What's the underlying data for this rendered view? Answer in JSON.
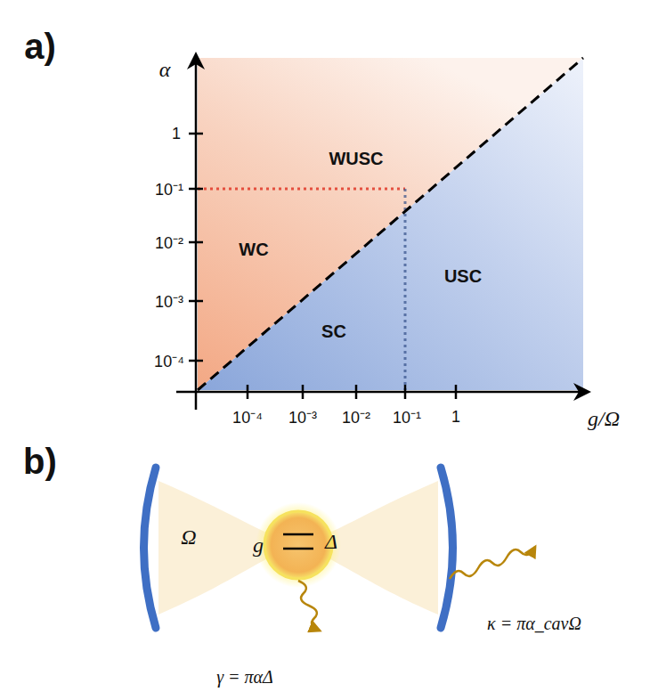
{
  "diagram": {
    "labels": [
      "a)",
      "α",
      "1",
      "10⁻¹",
      "10⁻²",
      "10⁻³",
      "10⁻⁴",
      "WUSC",
      "WC",
      "SC",
      "USC",
      "10⁻⁴",
      "10⁻³",
      "10⁻²",
      "10⁻¹",
      "1",
      "g/Ω",
      "b)",
      "Ω",
      "g",
      "Δ",
      "κ = πα_cavΩ",
      "γ = παΔ"
    ]
  }
}
